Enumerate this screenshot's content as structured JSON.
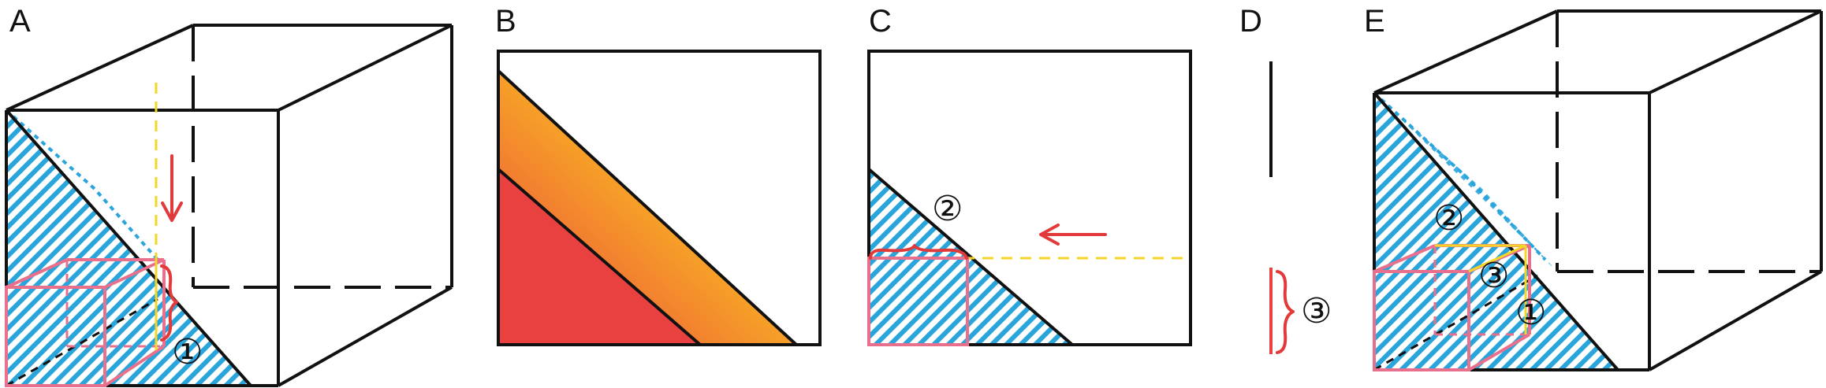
{
  "panels": [
    {
      "label": "A",
      "markers": [
        "①"
      ]
    },
    {
      "label": "B",
      "markers": []
    },
    {
      "label": "C",
      "markers": [
        "②"
      ]
    },
    {
      "label": "D",
      "markers": [
        "③"
      ]
    },
    {
      "label": "E",
      "markers": [
        "②",
        "③",
        "①"
      ]
    }
  ],
  "colors": {
    "hatch_blue": "#2aa5dc",
    "outline": "#111111",
    "pink_cube": "#e8708c",
    "yellow_guide": "#f3d627",
    "red_arrow": "#e23a3a",
    "gradient_red": "#e94040",
    "gradient_orange": "#f5962a",
    "gradient_yellow": "#fbd21a"
  },
  "icons": {
    "arrow": "red-arrow-icon",
    "brace": "red-brace-icon"
  }
}
